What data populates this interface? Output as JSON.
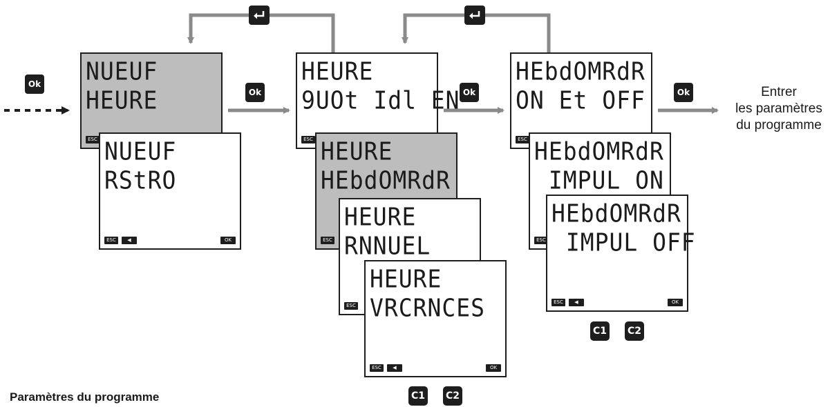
{
  "screens": {
    "s1_neuf_heure": {
      "line1": "NUEUF",
      "line2": "HEURE",
      "esc": "ESC"
    },
    "s2_neuf_astro": {
      "line1": "NUEUF",
      "line2": "RStRO",
      "esc": "ESC",
      "ok": "OK"
    },
    "s3_heure_quotidien": {
      "line1": "HEURE",
      "line2": "9UOt Idl EN",
      "esc": "ESC"
    },
    "s4_heure_hebdomada": {
      "line1": "HEURE",
      "line2": "HEbdOMRdR",
      "esc": "ESC"
    },
    "s5_heure_annuel": {
      "line1": "HEURE",
      "line2": "RNNUEL",
      "esc": "ESC"
    },
    "s6_heure_vacances": {
      "line1": "HEURE",
      "line2": "VRCRNCES",
      "esc": "ESC",
      "ok": "OK"
    },
    "s7_hebdo_onoff": {
      "line1": "HEbdOMRdR",
      "line2": "ON Et OFF",
      "esc": "ESC"
    },
    "s8_hebdo_impul_on": {
      "line1": "HEbdOMRdR",
      "line2": " IMPUL ON",
      "esc": "ESC"
    },
    "s9_hebdo_impul_off": {
      "line1": "HEbdOMRdR",
      "line2": " IMPUL OFF",
      "esc": "ESC",
      "ok": "OK"
    }
  },
  "ok_buttons": {
    "label": "Ok"
  },
  "channel_badges": {
    "c1": "C1",
    "c2": "C2"
  },
  "right_label": {
    "line1": "Entrer",
    "line2": "les paramètres",
    "line3": "du programme"
  },
  "footer_title": "Paramètres du programme",
  "colors": {
    "lcd_gray": "#bdbdbd",
    "arrow_gray": "#8a8a8a",
    "ink": "#1e1e1e"
  },
  "icons": {
    "enter": "enter-return-icon",
    "left": "left-arrow-icon"
  }
}
